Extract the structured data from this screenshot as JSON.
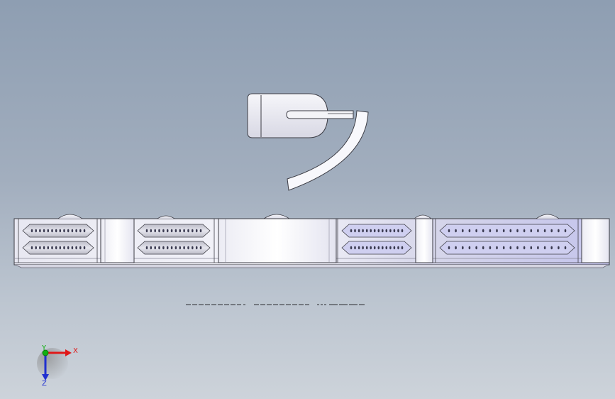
{
  "viewport": {
    "background_top": "#8e9eb2",
    "background_bottom": "#cdd3da"
  },
  "model": {
    "edge_color": "#3c3c44",
    "face_light": "#ffffff",
    "face_shade": "#dcdce8",
    "face_blue": "#c8c8ec"
  },
  "triad": {
    "x_label": "X",
    "y_label": "Y",
    "z_label": "Z",
    "x_color": "#e01818",
    "y_color": "#10b010",
    "z_color": "#2030d0"
  }
}
